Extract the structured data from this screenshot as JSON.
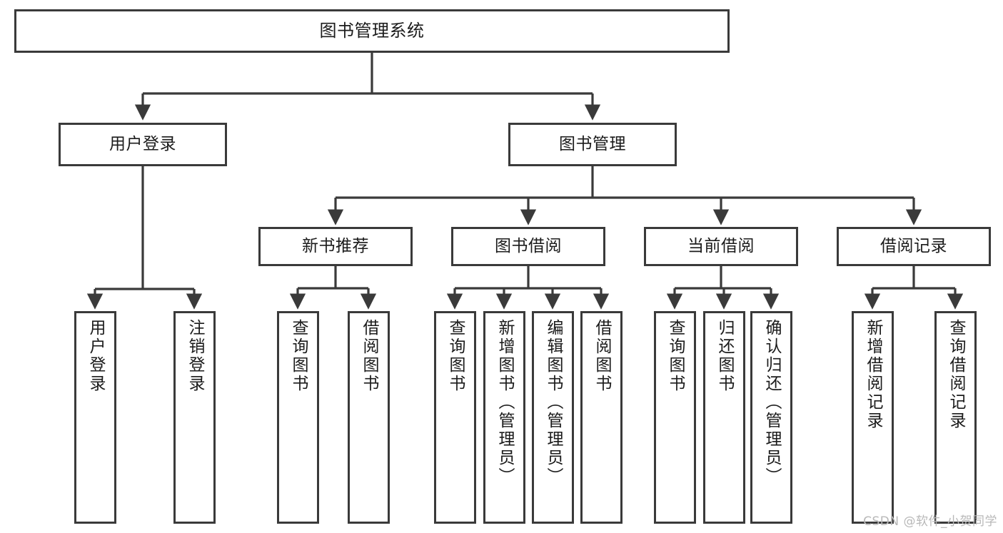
{
  "diagram": {
    "type": "tree",
    "title": "图书管理系统",
    "watermark": "CSDN @软件_小贺同学",
    "colors": {
      "box_border": "#3a3a3a",
      "box_fill": "#ffffff",
      "connector": "#3a3a3a",
      "text": "#1b1b1b",
      "watermark": "#b8b8b8",
      "background": "#ffffff"
    },
    "levels": {
      "root": {
        "label": "图书管理系统"
      },
      "level2": [
        {
          "id": "user-login",
          "label": "用户登录"
        },
        {
          "id": "book-management",
          "label": "图书管理"
        }
      ],
      "level3": [
        {
          "id": "new-book-recommend",
          "label": "新书推荐",
          "parent": "book-management"
        },
        {
          "id": "book-borrow",
          "label": "图书借阅",
          "parent": "book-management"
        },
        {
          "id": "current-borrow",
          "label": "当前借阅",
          "parent": "book-management"
        },
        {
          "id": "borrow-record",
          "label": "借阅记录",
          "parent": "book-management"
        }
      ],
      "leaves": {
        "user-login": [
          {
            "id": "leaf-user-login",
            "label": "用户登录"
          },
          {
            "id": "leaf-logout",
            "label": "注销登录"
          }
        ],
        "new-book-recommend": [
          {
            "id": "leaf-query-book-1",
            "label": "查询图书"
          },
          {
            "id": "leaf-borrow-book-1",
            "label": "借阅图书"
          }
        ],
        "book-borrow": [
          {
            "id": "leaf-query-book-2",
            "label": "查询图书"
          },
          {
            "id": "leaf-add-book",
            "label": "新增图书（管理员）"
          },
          {
            "id": "leaf-edit-book",
            "label": "编辑图书（管理员）"
          },
          {
            "id": "leaf-borrow-book-2",
            "label": "借阅图书"
          }
        ],
        "current-borrow": [
          {
            "id": "leaf-query-book-3",
            "label": "查询图书"
          },
          {
            "id": "leaf-return-book",
            "label": "归还图书"
          },
          {
            "id": "leaf-confirm-return",
            "label": "确认归还（管理员）"
          }
        ],
        "borrow-record": [
          {
            "id": "leaf-add-record",
            "label": "新增借阅记录"
          },
          {
            "id": "leaf-query-record",
            "label": "查询借阅记录"
          }
        ]
      }
    }
  }
}
